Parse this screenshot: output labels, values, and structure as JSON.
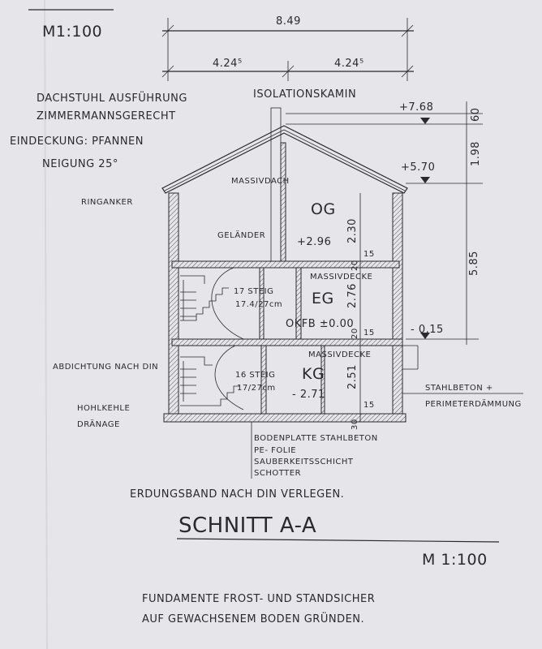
{
  "scale_top": "M1:100",
  "dimensions": {
    "total_width": "8.49",
    "half_left": "4.24⁵",
    "half_right": "4.24⁵",
    "elev_ridge": "+7.68",
    "elev_eave": "+5.70",
    "elev_og": "+2.96",
    "elev_eg": "OKFB ±0.00",
    "elev_ground": "- 0.15",
    "elev_kg": "- 2.71",
    "dim_60": "60",
    "dim_198": "1.98",
    "dim_585": "5.85",
    "dim_230": "2.30",
    "dim_276": "2.76",
    "dim_251": "2.51",
    "dim_15a": "15",
    "dim_15b": "15",
    "dim_15c": "15",
    "dim_20a": "20",
    "dim_20b": "20",
    "dim_30": "30"
  },
  "notes": {
    "dachstuhl1": "DACHSTUHL AUSFÜHRUNG",
    "dachstuhl2": "ZIMMERMANNSGERECHT",
    "eindeckung": "EINDECKUNG: PFANNEN",
    "neigung": "NEIGUNG 25°",
    "ringanker": "RINGANKER",
    "kamin": "ISOLATIONSKAMIN",
    "abdichtung": "ABDICHTUNG NACH DIN",
    "hohlkehle": "HOHLKEHLE",
    "draenage": "DRÄNAGE",
    "stahlbeton": "STAHLBETON +",
    "perimeter": "PERIMETERDÄMMUNG",
    "bodenplatte": "BODENPLATTE STAHLBETON",
    "pefolie": "PE- FOLIE",
    "sauberkeit": "SAUBERKEITSSCHICHT",
    "schotter": "SCHOTTER",
    "erdungsband": "ERDUNGSBAND NACH DIN VERLEGEN."
  },
  "rooms": {
    "massivdach": "MASSIVDACH",
    "og": "OG",
    "gelaender": "GELÄNDER",
    "massivdecke1": "MASSIVDECKE",
    "stair1a": "17 STEIG",
    "stair1b": "17.4/27cm",
    "eg": "EG",
    "massivdecke2": "MASSIVDECKE",
    "stair2a": "16 STEIG",
    "stair2b": "17/27cm",
    "kg": "KG"
  },
  "title": "SCHNITT A-A",
  "scale_bottom": "M 1:100",
  "footer1": "FUNDAMENTE FROST- UND STANDSICHER",
  "footer2": "AUF GEWACHSENEM BODEN GRÜNDEN."
}
